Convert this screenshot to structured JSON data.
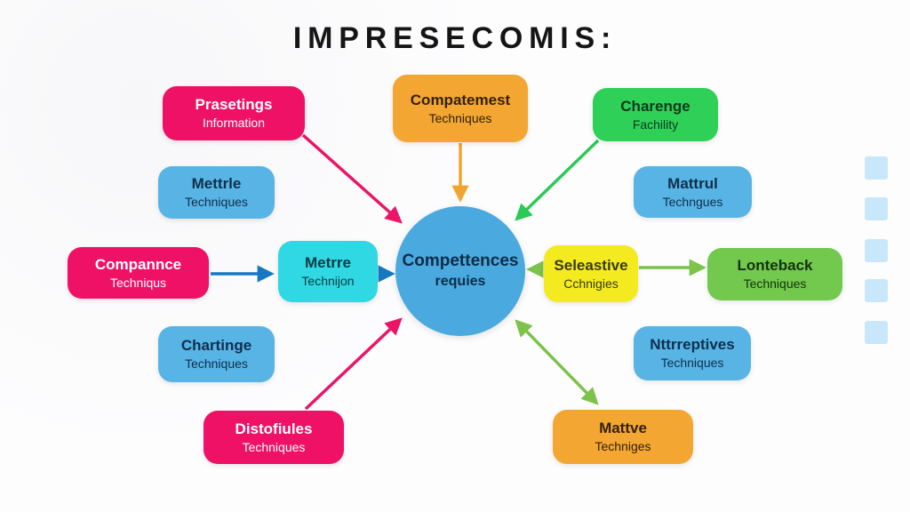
{
  "title": "IMPRESECOMIS:",
  "center": {
    "title": "Compettences",
    "subtitle": "requies"
  },
  "nodes": {
    "prasetings": {
      "title": "Prasetings",
      "subtitle": "Information"
    },
    "mettrle": {
      "title": "Mettrle",
      "subtitle": "Techniques"
    },
    "compatemest": {
      "title": "Compatemest",
      "subtitle": "Techniques"
    },
    "charenge": {
      "title": "Charenge",
      "subtitle": "Fachility"
    },
    "mattrul": {
      "title": "Mattrul",
      "subtitle": "Techngues"
    },
    "compannce": {
      "title": "Compannce",
      "subtitle": "Techniqus"
    },
    "metrre": {
      "title": "Metrre",
      "subtitle": "Technijon"
    },
    "seleastive": {
      "title": "Seleastive",
      "subtitle": "Cchnigies"
    },
    "lonteback": {
      "title": "Lonteback",
      "subtitle": "Techniques"
    },
    "chartinge": {
      "title": "Chartinge",
      "subtitle": "Techniques"
    },
    "nttrreptives": {
      "title": "Nttrreptives",
      "subtitle": "Techniques"
    },
    "distofiules": {
      "title": "Distofiules",
      "subtitle": "Techniques"
    },
    "mattve": {
      "title": "Mattve",
      "subtitle": "Techniges"
    }
  },
  "colors": {
    "pink_box": "#ee1166",
    "blue_box": "#58b4e4",
    "orange_box": "#f3a632",
    "green_box": "#2ed058",
    "light_green_box": "#72c94e",
    "cyan_box": "#2fd8e2",
    "yellow_box": "#f3ea1f",
    "center_circle": "#4aa9de",
    "decor_square": "#c8e7fa",
    "arrow_pink": "#ea1566",
    "arrow_orange": "#f0a531",
    "arrow_green": "#2bc956",
    "arrow_blue": "#1778c2",
    "arrow_yellow_green": "#7dc24a",
    "title_text": "#151515"
  }
}
